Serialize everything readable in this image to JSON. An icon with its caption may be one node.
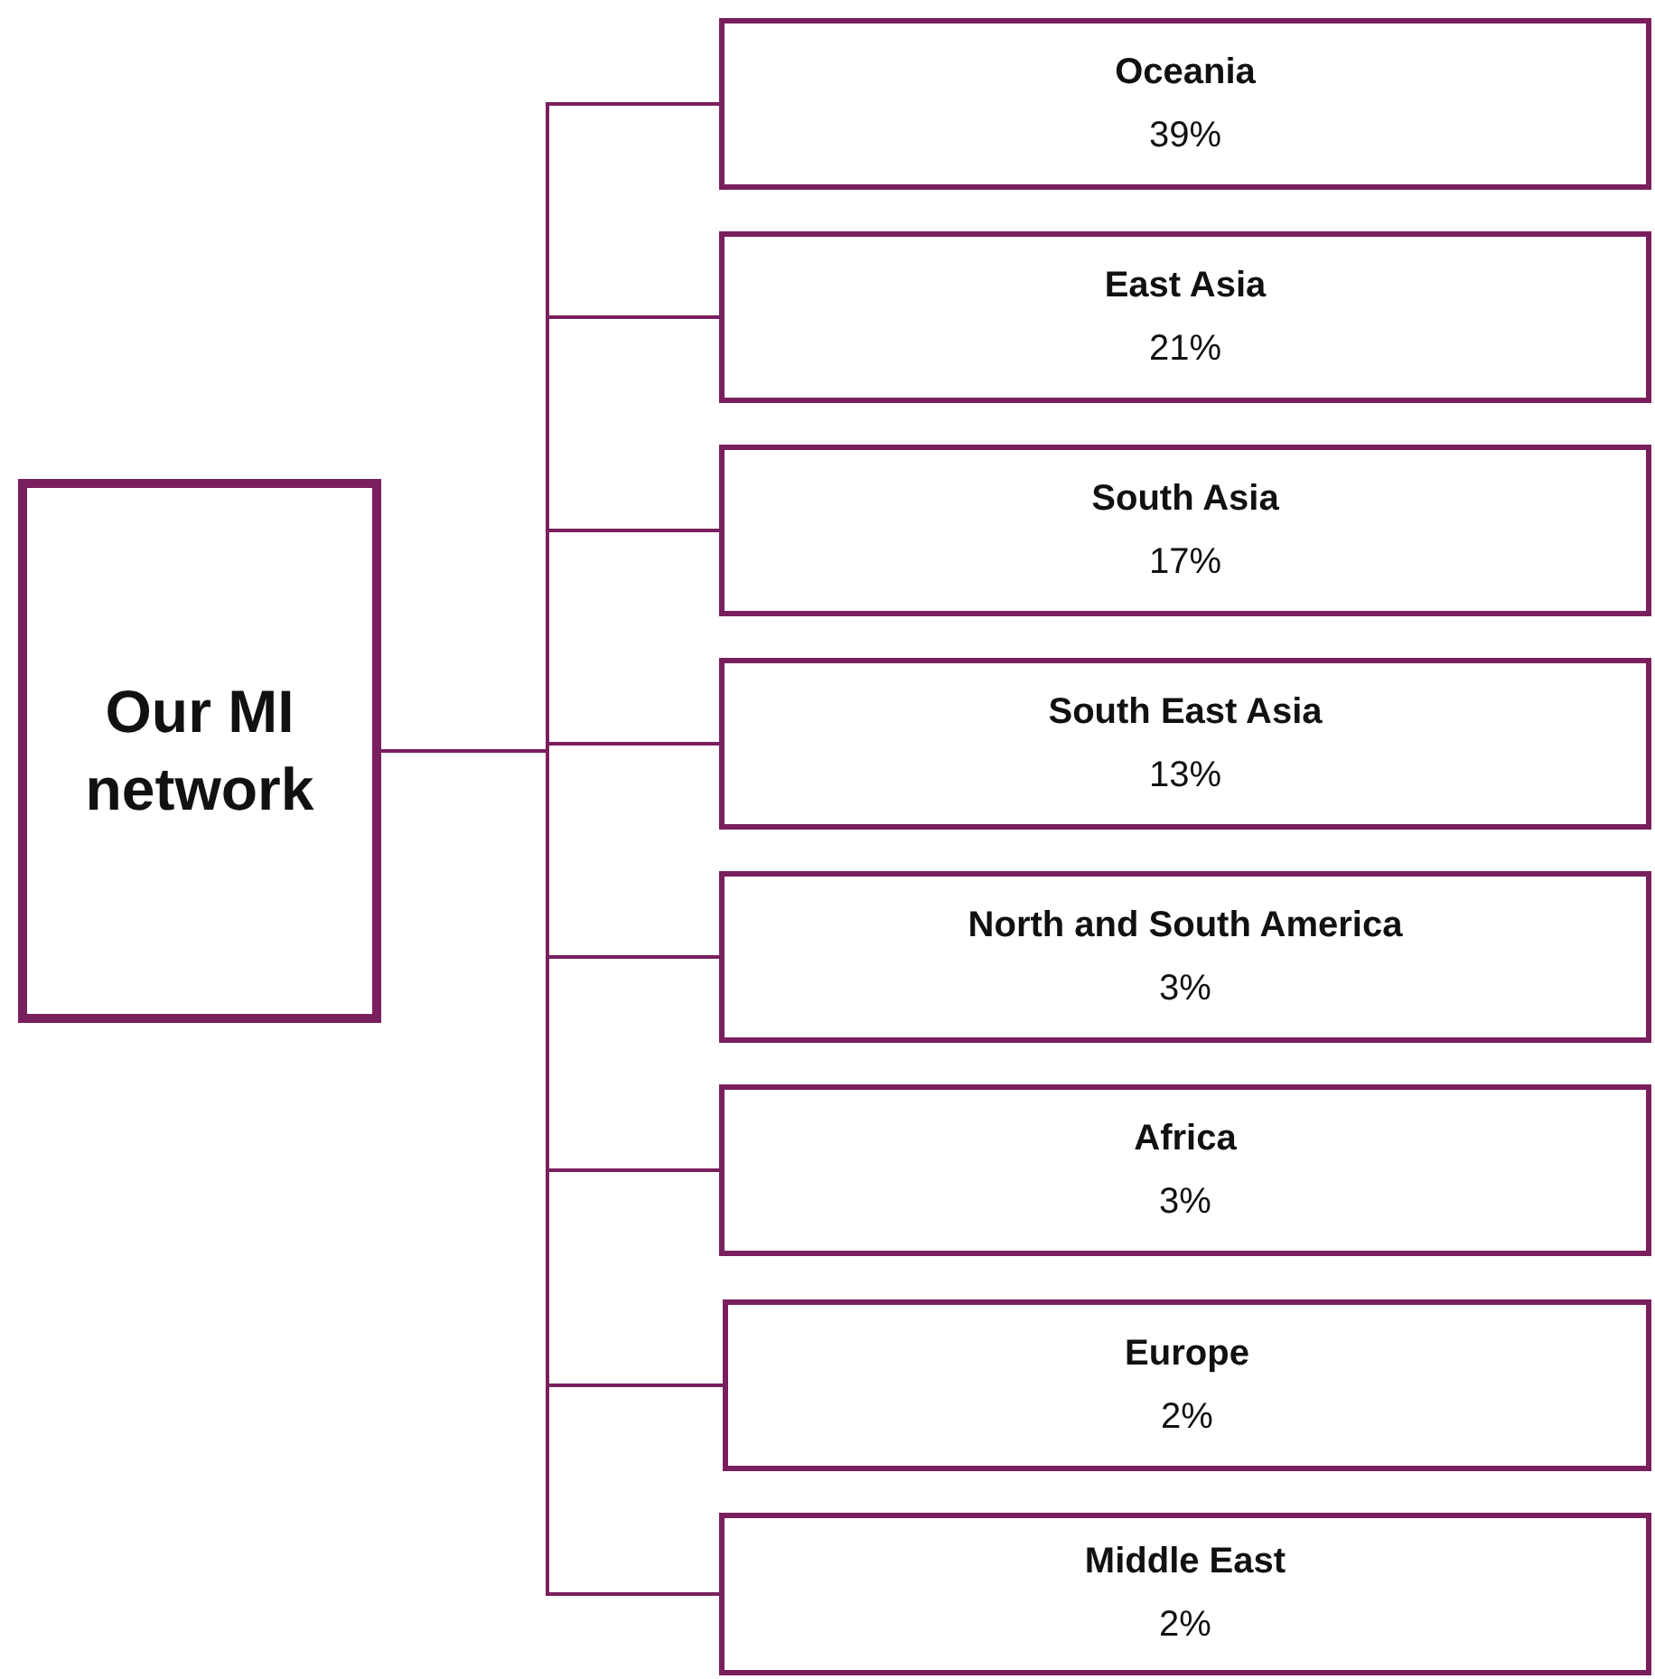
{
  "diagram": {
    "nodes": [
      {
        "text": [
          "Our MI network"
        ]
      },
      {
        "text": [
          "Oceania",
          "39%"
        ]
      },
      {
        "text": [
          "East Asia",
          "21%"
        ]
      },
      {
        "text": [
          "South Asia",
          "17%"
        ]
      },
      {
        "text": [
          "South East Asia",
          "13%"
        ]
      },
      {
        "text": [
          "North and South America",
          "3%"
        ]
      },
      {
        "text": [
          "Africa",
          "3%"
        ]
      },
      {
        "text": [
          "Europe",
          "2%"
        ]
      },
      {
        "text": [
          "Middle East",
          "2%"
        ]
      }
    ],
    "edges": [
      {
        "from": 0,
        "to": 1,
        "arrow": "none"
      },
      {
        "from": 0,
        "to": 2,
        "arrow": "none"
      },
      {
        "from": 0,
        "to": 3,
        "arrow": "none"
      },
      {
        "from": 0,
        "to": 4,
        "arrow": "none"
      },
      {
        "from": 0,
        "to": 5,
        "arrow": "none"
      },
      {
        "from": 0,
        "to": 6,
        "arrow": "none"
      },
      {
        "from": 0,
        "to": 7,
        "arrow": "none"
      },
      {
        "from": 0,
        "to": 8,
        "arrow": "none"
      }
    ]
  }
}
